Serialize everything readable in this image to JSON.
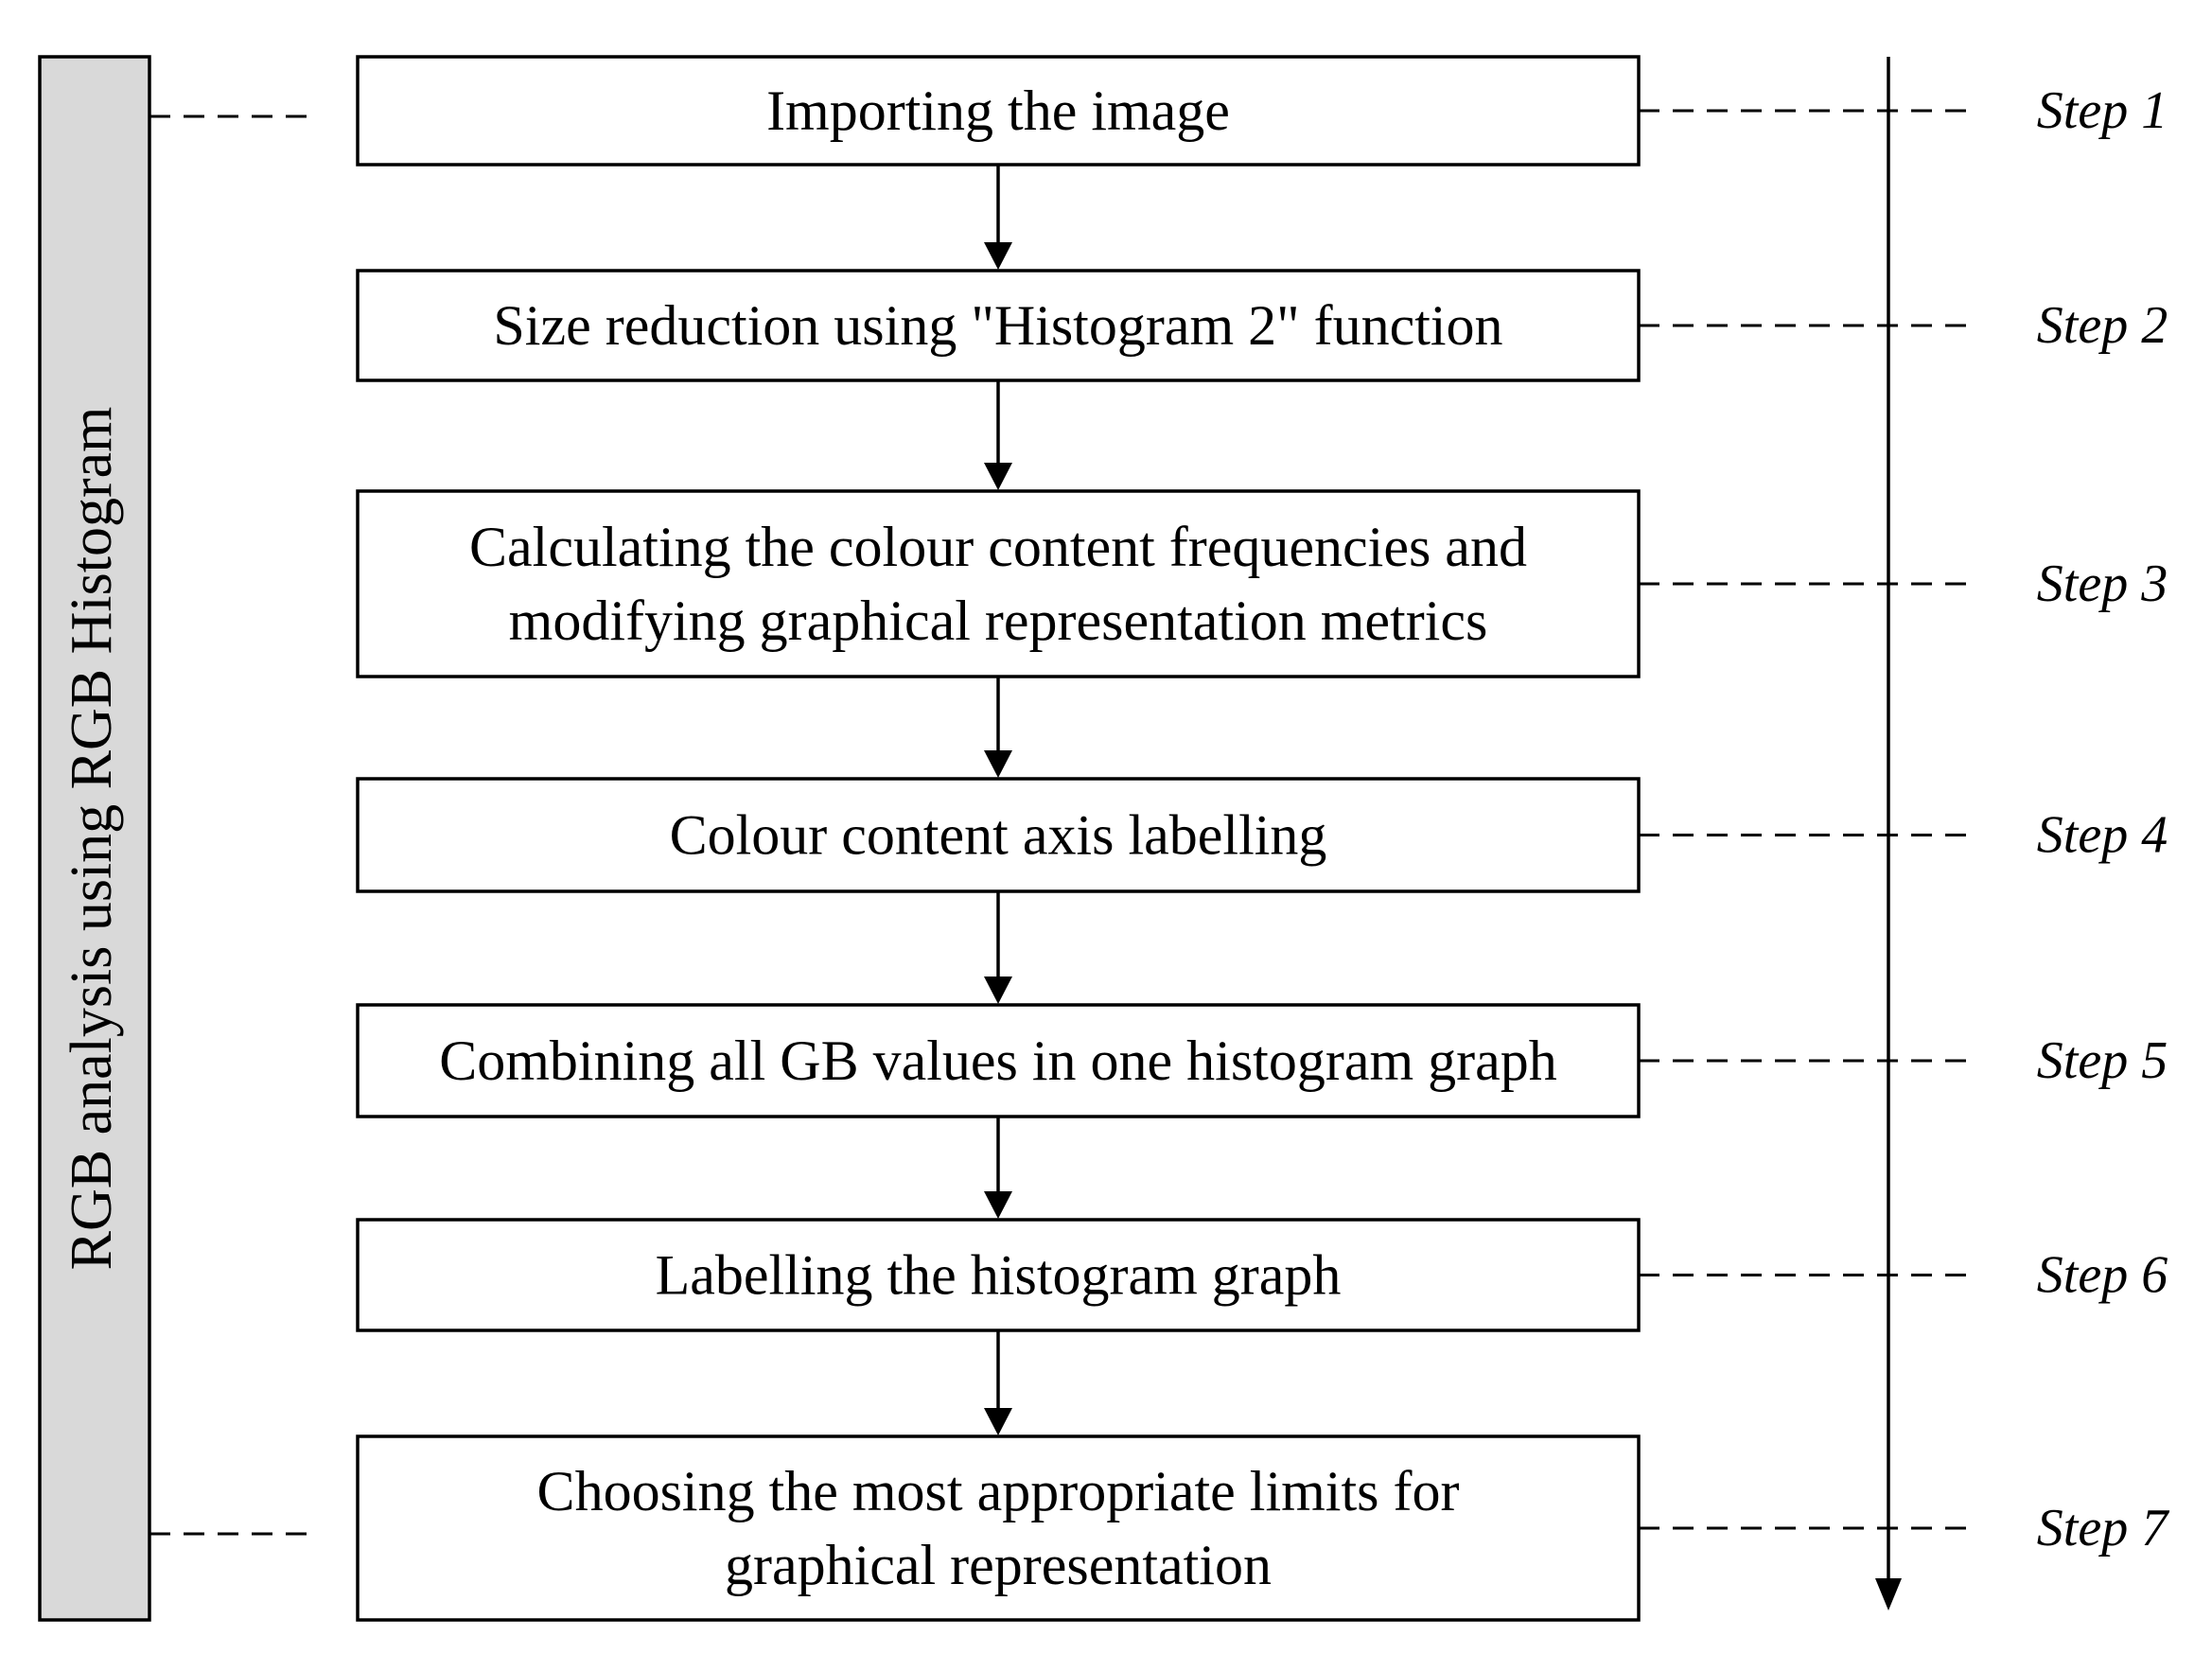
{
  "sidebar": {
    "label": "RGB analysis using RGB Histogram",
    "fill_color": "#d9d9d9"
  },
  "steps": [
    {
      "label": "Step 1",
      "lines": [
        "Importing the image"
      ]
    },
    {
      "label": "Step 2",
      "lines": [
        "Size reduction using \"Histogram 2\" function"
      ]
    },
    {
      "label": "Step 3",
      "lines": [
        "Calculating the colour content frequencies and",
        "modifying graphical representation metrics"
      ]
    },
    {
      "label": "Step 4",
      "lines": [
        "Colour content axis labelling"
      ]
    },
    {
      "label": "Step 5",
      "lines": [
        "Combining all GB values in one histogram graph"
      ]
    },
    {
      "label": "Step 6",
      "lines": [
        "Labelling the histogram graph"
      ]
    },
    {
      "label": "Step 7",
      "lines": [
        "Choosing the most appropriate limits for",
        "graphical representation"
      ]
    }
  ]
}
